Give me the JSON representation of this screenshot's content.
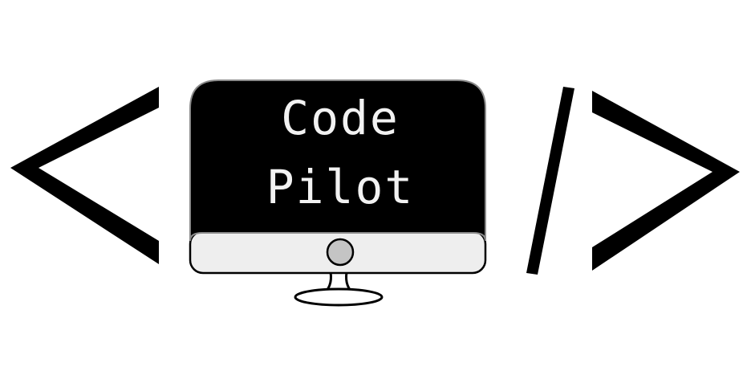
{
  "logo": {
    "line1": "Code",
    "line2": "Pilot",
    "colors": {
      "background": "#ffffff",
      "ink": "#000000",
      "screen": "#000000",
      "screen_text": "#f2f2f2",
      "bezel": "#eeeeee",
      "button": "#c4c4c4"
    },
    "icons": [
      "less-than-symbol",
      "slash-symbol",
      "greater-than-symbol",
      "monitor-icon"
    ]
  }
}
